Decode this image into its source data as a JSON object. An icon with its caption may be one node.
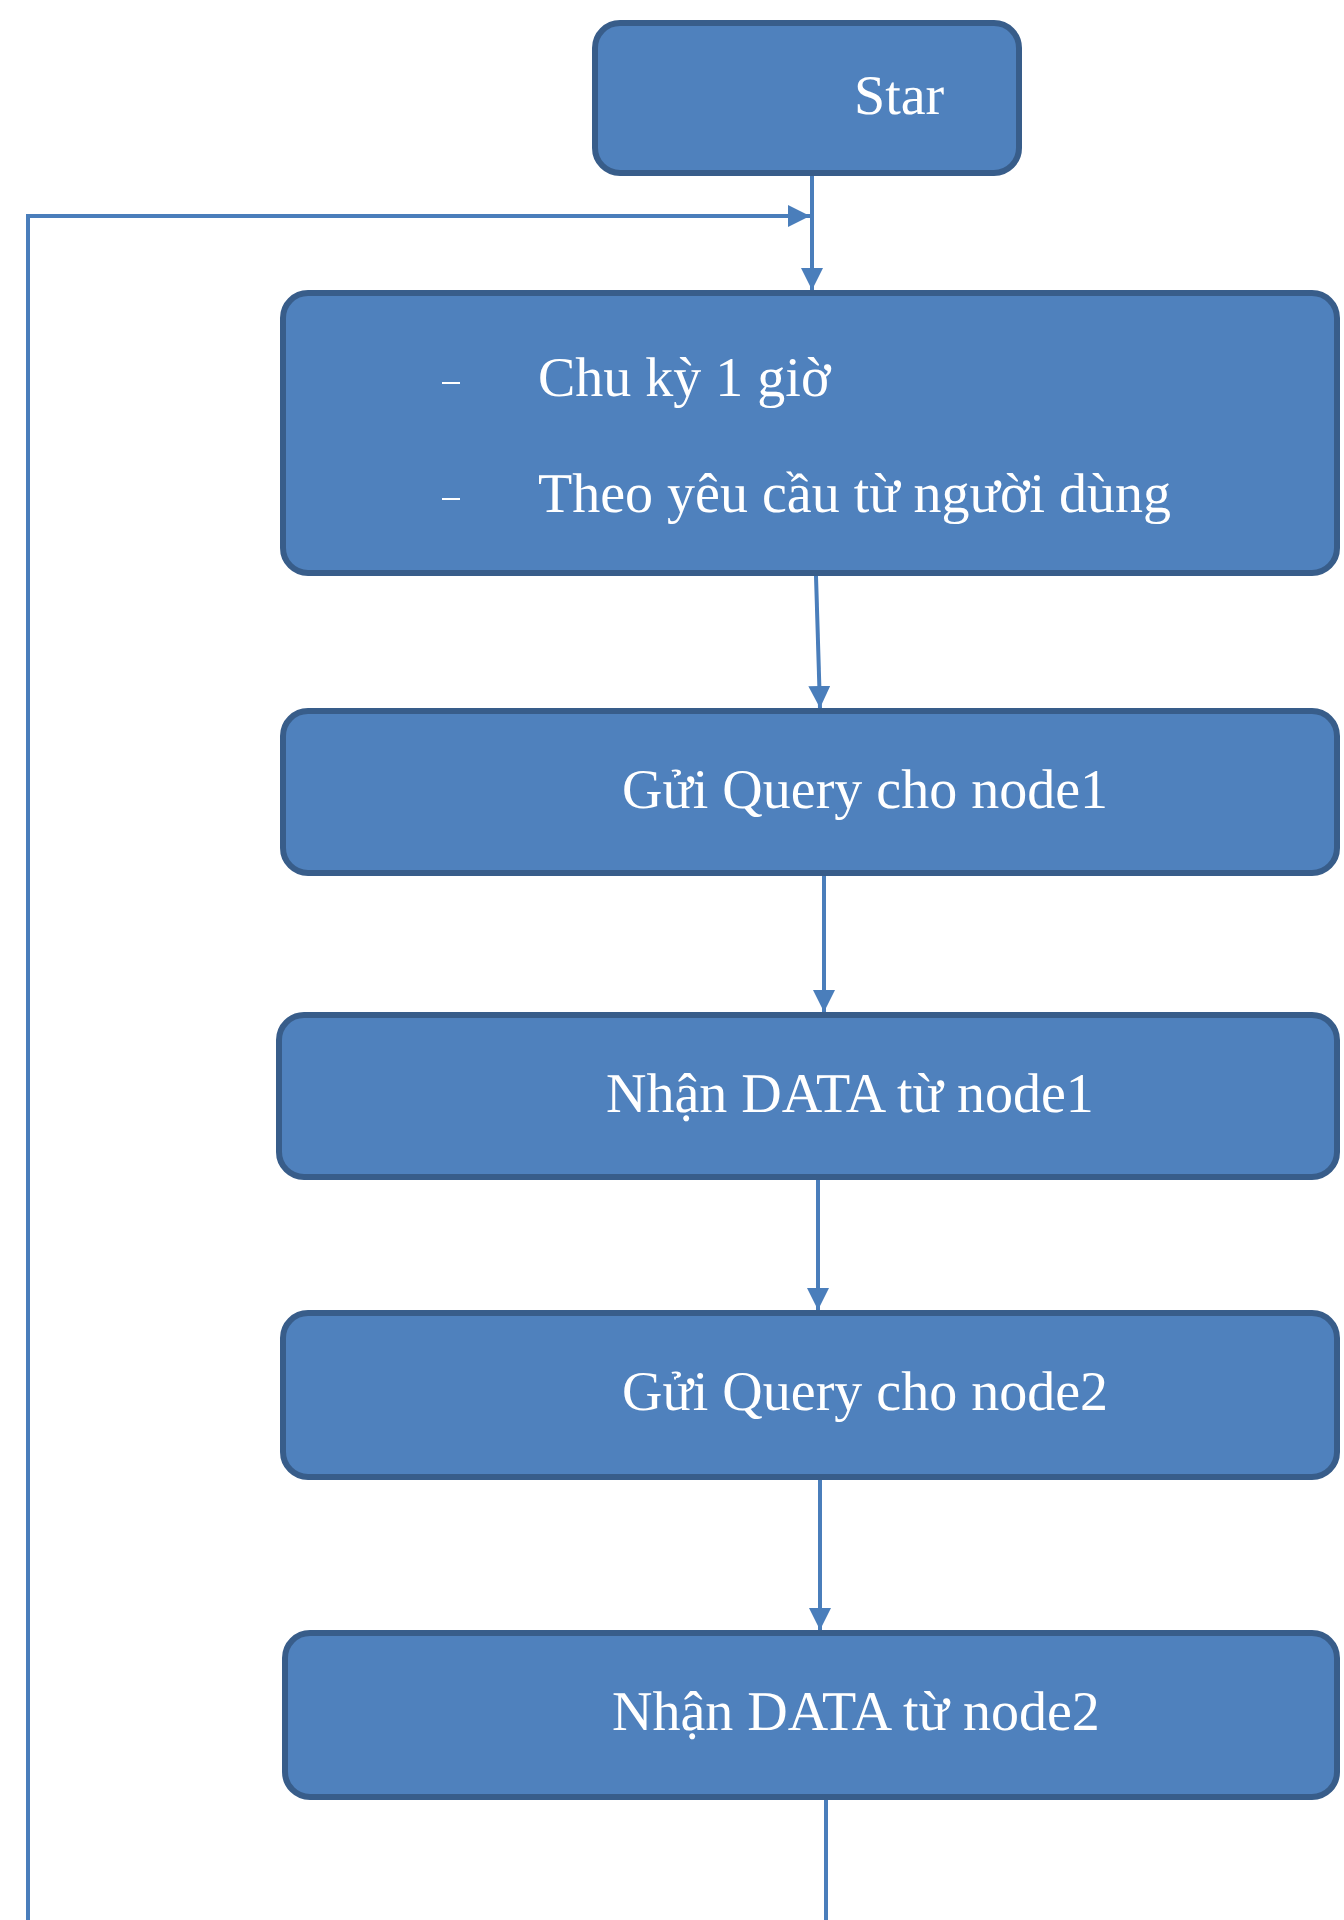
{
  "diagram": {
    "nodes": [
      {
        "text": [
          "Star"
        ]
      },
      {
        "text": [
          "Chu kỳ 1 giờ",
          "Theo yêu cầu từ người dùng"
        ]
      },
      {
        "text": [
          "Gửi Query cho node1"
        ]
      },
      {
        "text": [
          "Nhận DATA từ node1"
        ]
      },
      {
        "text": [
          "Gửi Query cho node2"
        ]
      },
      {
        "text": [
          "Nhận DATA từ node2"
        ]
      }
    ],
    "edges": [
      {
        "from": 0,
        "to": 1,
        "arrow": "to"
      },
      {
        "from": 1,
        "to": 2,
        "arrow": "to"
      },
      {
        "from": 2,
        "to": 3,
        "arrow": "to"
      },
      {
        "from": 3,
        "to": 4,
        "arrow": "to"
      },
      {
        "from": 4,
        "to": 5,
        "arrow": "to"
      },
      {
        "from": 5,
        "to": null,
        "arrow": "none"
      },
      {
        "from": null,
        "to": 1,
        "arrow": "to"
      }
    ]
  }
}
